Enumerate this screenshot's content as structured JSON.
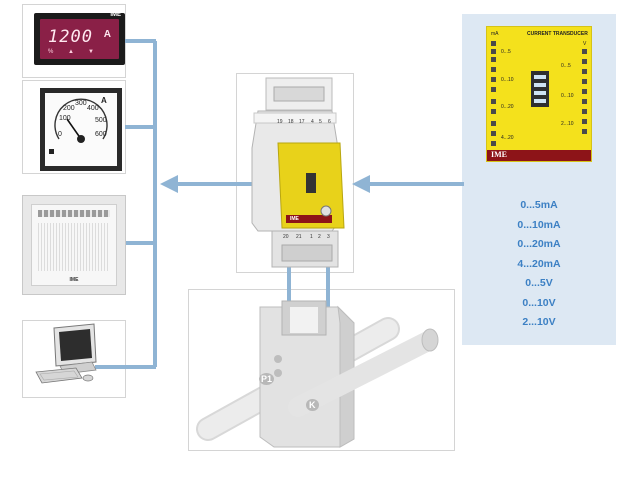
{
  "digital_meter": {
    "display": "1200",
    "unit": "A",
    "brand": "IME",
    "buttons": [
      "%",
      "▲",
      "▼"
    ]
  },
  "analog_meter": {
    "unit": "A",
    "scale": [
      "0",
      "100",
      "200",
      "300",
      "400",
      "500",
      "600"
    ]
  },
  "recorder": {
    "brand": "IME"
  },
  "module": {
    "top_terminals": [
      "19",
      "18",
      "17",
      "4",
      "5",
      "6"
    ],
    "bottom_terminals": [
      "20",
      "21",
      "1",
      "2",
      "3"
    ],
    "brand": "IME"
  },
  "transducer_panel": {
    "title": "CURRENT TRANSDUCER",
    "left_header": "mA",
    "right_header": "V",
    "left_ranges": [
      "0...5",
      "0...10",
      "0...20",
      "4...20"
    ],
    "right_ranges": [
      "0...5",
      "0...10",
      "2...10"
    ],
    "brand": "IME"
  },
  "output_ranges": [
    "0...5mA",
    "0...10mA",
    "0...20mA",
    "4...20mA",
    "0...5V",
    "0...10V",
    "2...10V"
  ],
  "sensor": {
    "labels": [
      "P1",
      "K"
    ]
  },
  "colors": {
    "wire": "#8fb4d4",
    "panel_bg": "#dde8f3",
    "range_text": "#3c80c4",
    "yellow": "#f4e11c",
    "brand_bar": "#8d1418",
    "meter_face": "#8a2047"
  }
}
